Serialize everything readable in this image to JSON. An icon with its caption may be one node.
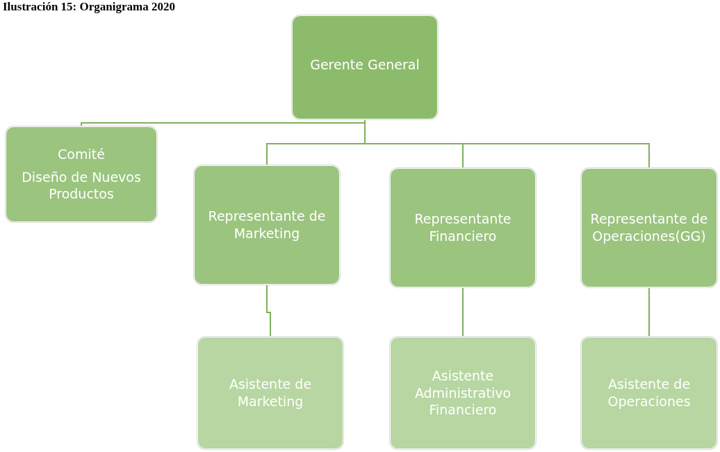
{
  "diagram": {
    "title": "Ilustración 15: Organigrama 2020",
    "nodes": [
      {
        "text": [
          "Gerente General"
        ]
      },
      {
        "text": [
          "Comité",
          "Diseño de Nuevos Productos"
        ]
      },
      {
        "text": [
          "Representante de Marketing"
        ]
      },
      {
        "text": [
          "Representante Financiero"
        ]
      },
      {
        "text": [
          "Representante de Operaciones(GG)"
        ]
      },
      {
        "text": [
          "Asistente de Marketing"
        ]
      },
      {
        "text": [
          "Asistente Administrativo Financiero"
        ]
      },
      {
        "text": [
          "Asistente de Operaciones"
        ]
      }
    ],
    "edges": [
      {
        "from": 0,
        "to": 1,
        "arrow": "none"
      },
      {
        "from": 0,
        "to": 2,
        "arrow": "none"
      },
      {
        "from": 0,
        "to": 3,
        "arrow": "none"
      },
      {
        "from": 0,
        "to": 4,
        "arrow": "none"
      },
      {
        "from": 2,
        "to": 5,
        "arrow": "none"
      },
      {
        "from": 3,
        "to": 6,
        "arrow": "none"
      },
      {
        "from": 4,
        "to": 7,
        "arrow": "none"
      }
    ]
  }
}
